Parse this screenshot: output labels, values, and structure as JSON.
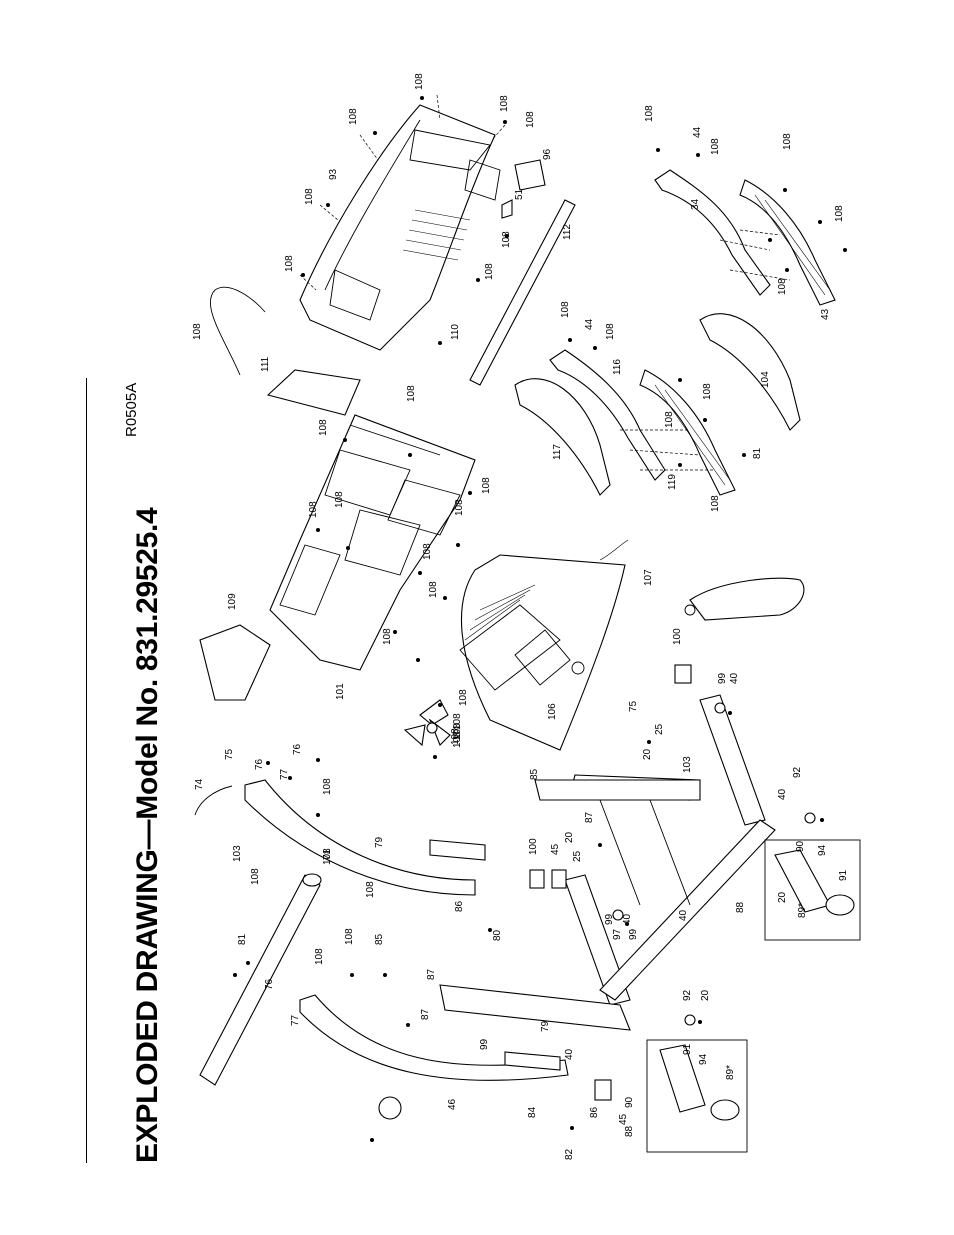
{
  "title": "EXPLODED DRAWING—Model No. 831.29525.4",
  "drawing_code": "R0505A",
  "part_labels": [
    "108",
    "108",
    "108",
    "108",
    "93",
    "96",
    "51",
    "108",
    "108",
    "108",
    "108",
    "110",
    "112",
    "108",
    "111",
    "108",
    "108",
    "108",
    "108",
    "108",
    "108",
    "109",
    "101",
    "108",
    "108",
    "108",
    "108",
    "108",
    "108",
    "108",
    "44",
    "108",
    "34",
    "108",
    "108",
    "108",
    "43",
    "108",
    "44",
    "108",
    "116",
    "117",
    "108",
    "108",
    "119",
    "108",
    "81",
    "104",
    "107",
    "106",
    "108",
    "108",
    "100",
    "99",
    "40",
    "75",
    "25",
    "103",
    "20",
    "74",
    "75",
    "76",
    "77",
    "108",
    "76",
    "103",
    "108",
    "79",
    "108",
    "85",
    "87",
    "20",
    "25",
    "99",
    "40",
    "40",
    "92",
    "90",
    "94",
    "91",
    "20",
    "89*",
    "88",
    "100",
    "45",
    "86",
    "80",
    "108",
    "71",
    "81",
    "76",
    "77",
    "108",
    "108",
    "85",
    "87",
    "87",
    "79",
    "99",
    "40",
    "97",
    "99",
    "40",
    "92",
    "20",
    "91",
    "94",
    "90",
    "89*",
    "88",
    "45",
    "86",
    "84",
    "82",
    "46"
  ]
}
